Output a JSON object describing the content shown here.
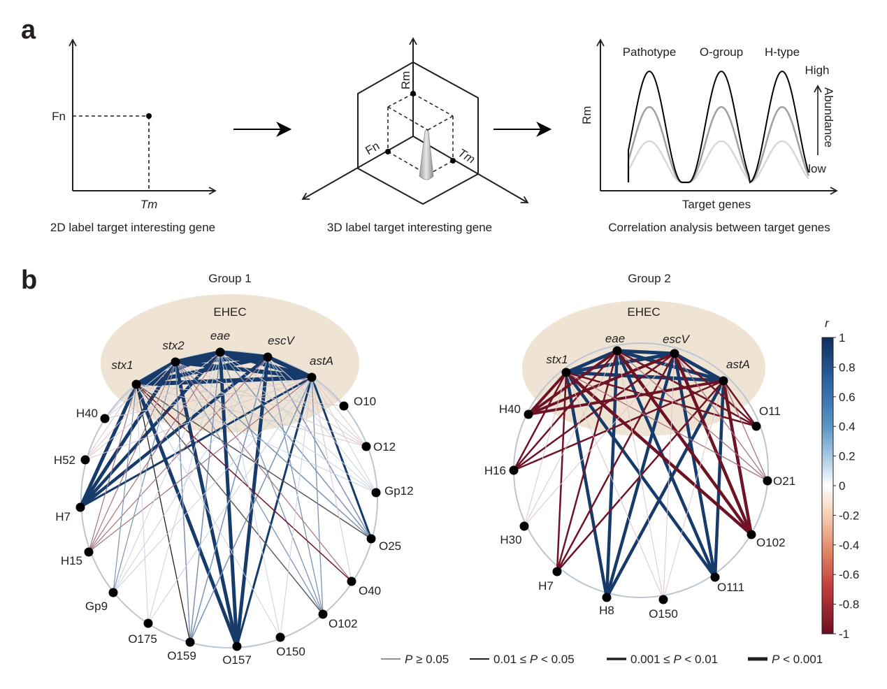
{
  "panel_a": {
    "letter": "a",
    "plot2d": {
      "y_label": "Fn",
      "x_label": "Tm",
      "caption": "2D label target interesting gene"
    },
    "plot3d": {
      "axis_r": "Rm",
      "axis_f": "Fn",
      "axis_t": "Tm",
      "caption": "3D label target interesting gene"
    },
    "plot_corr": {
      "y_label": "Rm",
      "x_label": "Target genes",
      "peaks": [
        "Pathotype",
        "O-group",
        "H-type"
      ],
      "high": "High",
      "low": "low",
      "abundance": "Abundance",
      "caption": "Correlation analysis between target genes"
    }
  },
  "panel_b": {
    "letter": "b",
    "group1": {
      "title": "Group 1",
      "cluster": "EHEC",
      "genes": [
        "stx1",
        "stx2",
        "eae",
        "escV",
        "astA"
      ],
      "nodes": [
        "O10",
        "O12",
        "Gp12",
        "O25",
        "O40",
        "O102",
        "O150",
        "O157",
        "O159",
        "O175",
        "Gp9",
        "H15",
        "H7",
        "H52",
        "H40"
      ]
    },
    "group2": {
      "title": "Group 2",
      "cluster": "EHEC",
      "genes": [
        "stx1",
        "eae",
        "escV",
        "astA"
      ],
      "nodes": [
        "O11",
        "O21",
        "O102",
        "O111",
        "O150",
        "H8",
        "H7",
        "H30",
        "H16",
        "H40"
      ]
    },
    "colorbar": {
      "title": "r",
      "ticks": [
        "1",
        "0.8",
        "0.6",
        "0.4",
        "0.2",
        "0",
        "-0.2",
        "-0.4",
        "-0.6",
        "-0.8",
        "-1"
      ],
      "colors": {
        "pos": "#0d2f5e",
        "mid": "#ffffff",
        "neg": "#6b0f1f"
      }
    },
    "legend": [
      {
        "p": "P",
        "rest": " ≥ 0.05",
        "pre": ""
      },
      {
        "pre": "0.01 ≤ ",
        "p": "P",
        "rest": " < 0.05"
      },
      {
        "pre": "0.001 ≤ ",
        "p": "P",
        "rest": " < 0.01"
      },
      {
        "pre": "",
        "p": "P",
        "rest": " < 0.001"
      }
    ]
  }
}
